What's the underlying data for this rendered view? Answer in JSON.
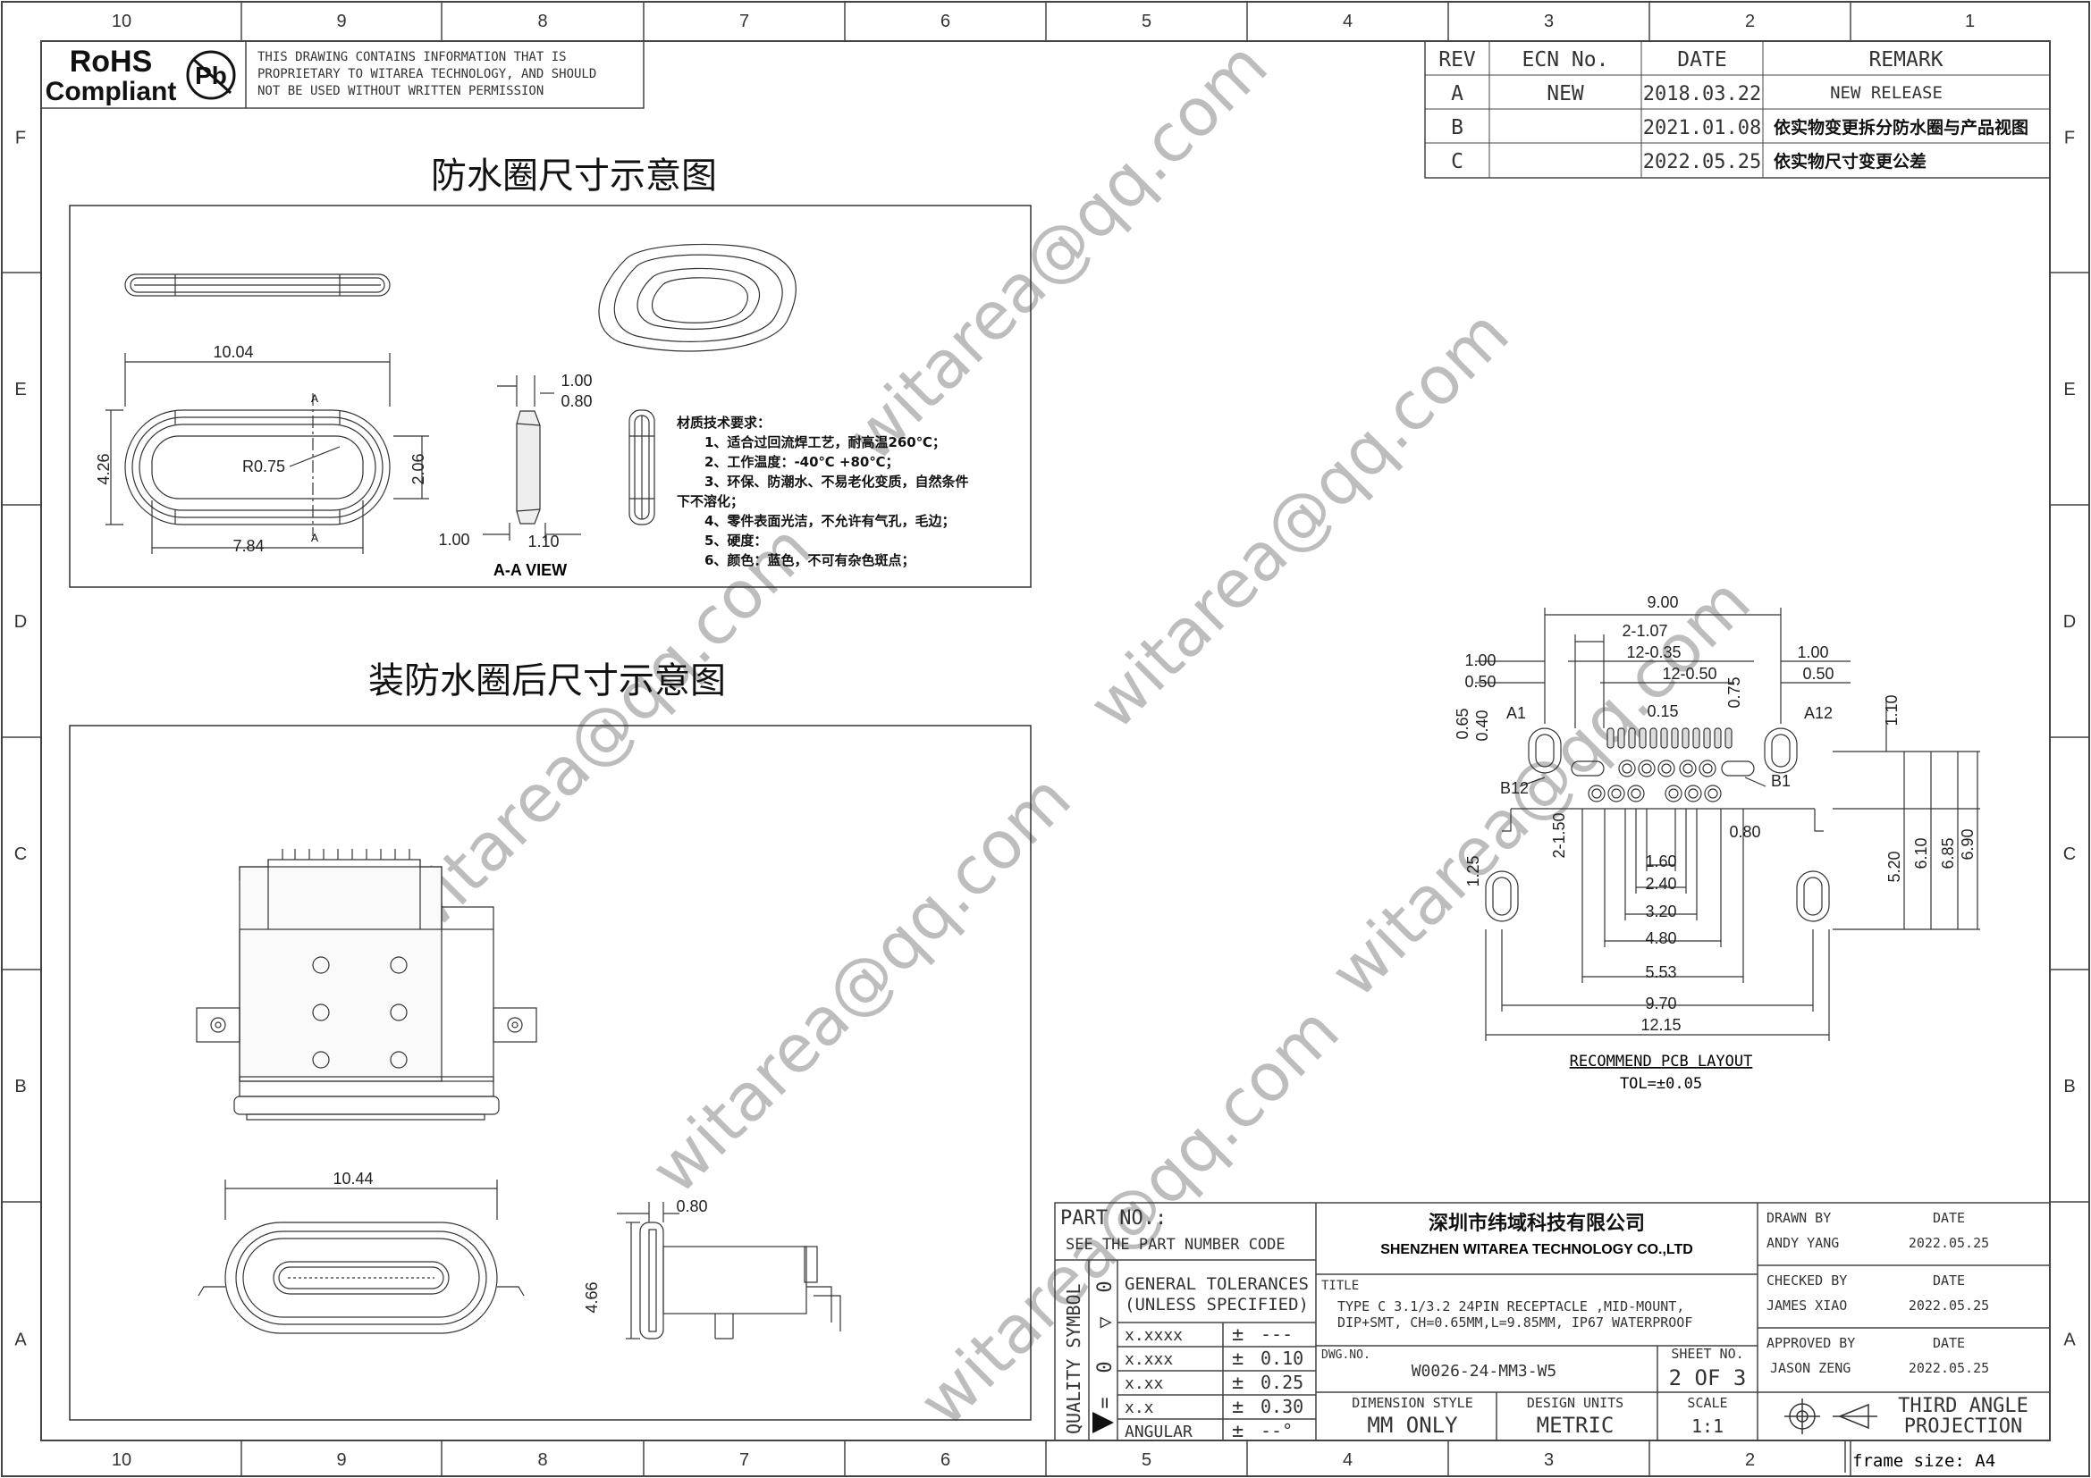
{
  "zones": {
    "columns": [
      "10",
      "9",
      "8",
      "7",
      "6",
      "5",
      "4",
      "3",
      "2",
      "1"
    ],
    "rows": [
      "F",
      "E",
      "D",
      "C",
      "B",
      "A"
    ]
  },
  "rohs": {
    "logo_line1": "RoHS",
    "logo_line2": "Compliant",
    "pb_symbol": "Pb",
    "notice_line1": "THIS DRAWING CONTAINS INFORMATION THAT IS",
    "notice_line2": "PROPRIETARY TO WITAREA TECHNOLOGY, AND SHOULD",
    "notice_line3": "NOT BE USED WITHOUT WRITTEN PERMISSION"
  },
  "revision_table": {
    "headers": [
      "REV",
      "ECN No.",
      "DATE",
      "REMARK"
    ],
    "rows": [
      {
        "rev": "A",
        "ecn": "NEW",
        "date": "2018.03.22",
        "remark": "NEW RELEASE"
      },
      {
        "rev": "B",
        "ecn": "",
        "date": "2021.01.08",
        "remark": "依实物变更拆分防水圈与产品视图"
      },
      {
        "rev": "C",
        "ecn": "",
        "date": "2022.05.25",
        "remark": "依实物尺寸变更公差"
      }
    ]
  },
  "section1": {
    "title": "防水圈尺寸示意图",
    "dims": {
      "d1004": "10.04",
      "d426": "4.26",
      "r075": "R0.75",
      "d206": "2.06",
      "d784": "7.84",
      "d100a": "1.00",
      "d080a": "0.80",
      "d100b": "1.00",
      "d110": "1.10",
      "sec_a": "A"
    },
    "view_label": "A-A VIEW",
    "material_title": "材质技术要求：",
    "material_items": [
      "1、适合过回流焊工艺，耐高温260℃；",
      "2、工作温度：-40℃ +80℃；",
      "3、环保、防潮水、不易老化变质，自然条件",
      "下不溶化；",
      "4、零件表面光洁，不允许有气孔，毛边；",
      "5、硬度：",
      "6、颜色：蓝色，不可有杂色斑点；"
    ]
  },
  "section2": {
    "title": "装防水圈后尺寸示意图",
    "dims": {
      "d1044": "10.44",
      "d080": "0.80",
      "d466": "4.66"
    }
  },
  "pcb": {
    "dims": {
      "d900": "9.00",
      "d2x107": "2-1.07",
      "d12x035": "12-0.35",
      "d12x050": "12-0.50",
      "d100l": "1.00",
      "d050l": "0.50",
      "d100r": "1.00",
      "d050r": "0.50",
      "d065": "0.65",
      "d040": "0.40",
      "d075": "0.75",
      "d015": "0.15",
      "d110": "1.10",
      "a1": "A1",
      "a12": "A12",
      "b1": "B1",
      "b12": "B12",
      "d2x150": "2-1.50",
      "d125": "1.25",
      "d080": "0.80",
      "d160": "1.60",
      "d240": "2.40",
      "d320": "3.20",
      "d480": "4.80",
      "d553": "5.53",
      "d970": "9.70",
      "d1215": "12.15",
      "d520": "5.20",
      "d610": "6.10",
      "d685": "6.85",
      "d690": "6.90"
    },
    "caption": "RECOMMEND PCB LAYOUT",
    "tolerance": "TOL=±0.05"
  },
  "title_block": {
    "part_no_label": "PART NO.:",
    "part_no_value": "SEE THE PART NUMBER CODE",
    "quality_symbol": "QUALITY SYMBOL",
    "gen_tol_line1": "GENERAL TOLERANCES",
    "gen_tol_line2": "(UNLESS SPECIFIED)",
    "tolerances": [
      {
        "fmt": "x.xxxx",
        "val": "---"
      },
      {
        "fmt": "x.xxx",
        "val": "0.10"
      },
      {
        "fmt": "x.xx",
        "val": "0.25"
      },
      {
        "fmt": "x.x",
        "val": "0.30"
      },
      {
        "fmt": "ANGULAR",
        "val": "--°"
      }
    ],
    "company_cn": "深圳市纬域科技有限公司",
    "company_en": "SHENZHEN WITAREA TECHNOLOGY CO.,LTD",
    "title_label": "TITLE",
    "title_line1": "TYPE C 3.1/3.2 24PIN RECEPTACLE ,MID-MOUNT,",
    "title_line2": "DIP+SMT, CH=0.65MM,L=9.85MM, IP67 WATERPROOF",
    "dwg_label": "DWG.NO.",
    "dwg_value": "W0026-24-MM3-W5",
    "sheet_label": "SHEET NO.",
    "sheet_value": "2 OF 3",
    "dim_style_label": "DIMENSION STYLE",
    "dim_style_value": "MM ONLY",
    "design_units_label": "DESIGN UNITS",
    "design_units_value": "METRIC",
    "scale_label": "SCALE",
    "scale_value": "1:1",
    "drawn_by_label": "DRAWN BY",
    "drawn_by_value": "ANDY YANG",
    "checked_by_label": "CHECKED BY",
    "checked_by_value": "JAMES XIAO",
    "approved_by_label": "APPROVED BY",
    "approved_by_value": "JASON ZENG",
    "date_label": "DATE",
    "drawn_date": "2022.05.25",
    "checked_date": "2022.05.25",
    "approved_date": "2022.05.25",
    "projection_line1": "THIRD ANGLE",
    "projection_line2": "PROJECTION",
    "frame_size": "frame size: A4"
  },
  "watermark": "witarea@qq.com"
}
